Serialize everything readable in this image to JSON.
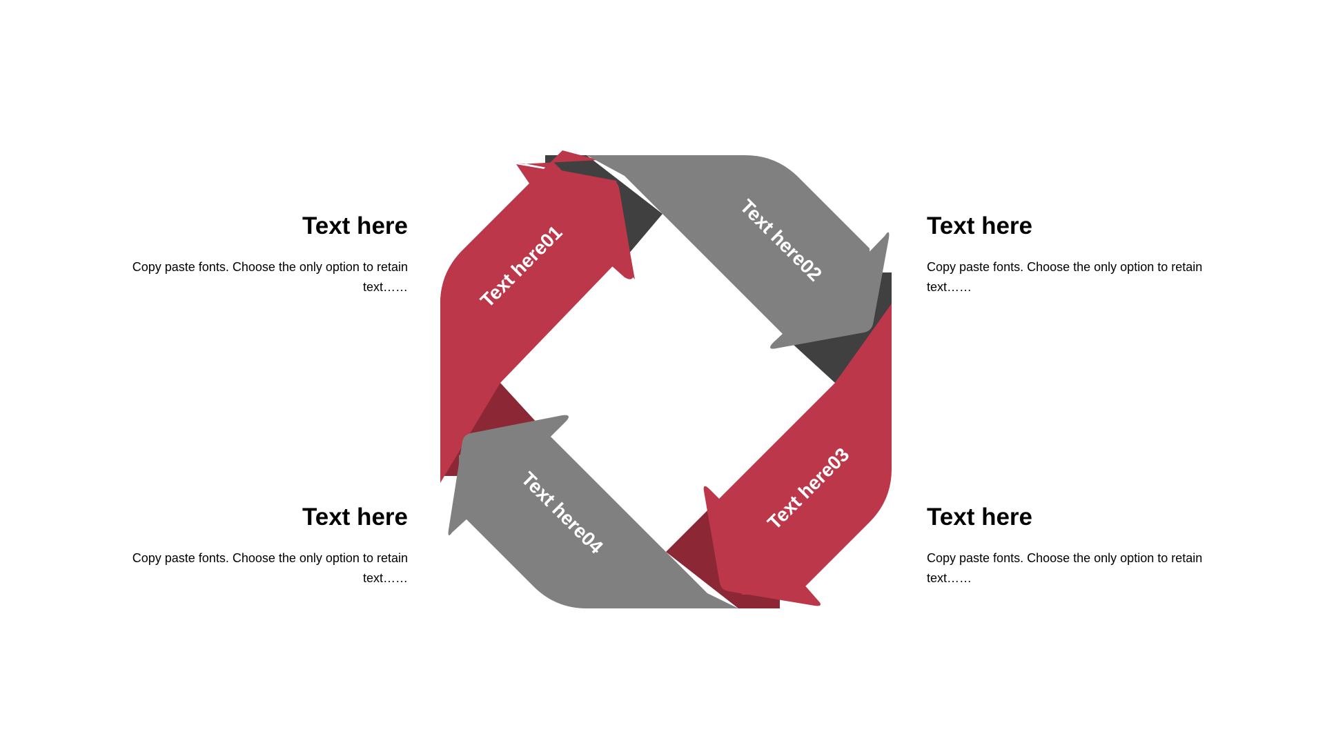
{
  "colors": {
    "red": "#BC374A",
    "red_dark": "#8C2835",
    "gray": "#808080",
    "gray_dark": "#404040",
    "background": "#FFFFFF"
  },
  "arrows": [
    {
      "label": "Text here01"
    },
    {
      "label": "Text here02"
    },
    {
      "label": "Text here03"
    },
    {
      "label": "Text here04"
    }
  ],
  "blocks": [
    {
      "title": "Text here",
      "body": "Copy paste fonts. Choose the only option to retain text……"
    },
    {
      "title": "Text here",
      "body": "Copy paste fonts. Choose the only option to retain text……"
    },
    {
      "title": "Text here",
      "body": "Copy paste fonts. Choose the only option to retain text……"
    },
    {
      "title": "Text here",
      "body": "Copy paste fonts. Choose the only option to retain text……"
    }
  ]
}
